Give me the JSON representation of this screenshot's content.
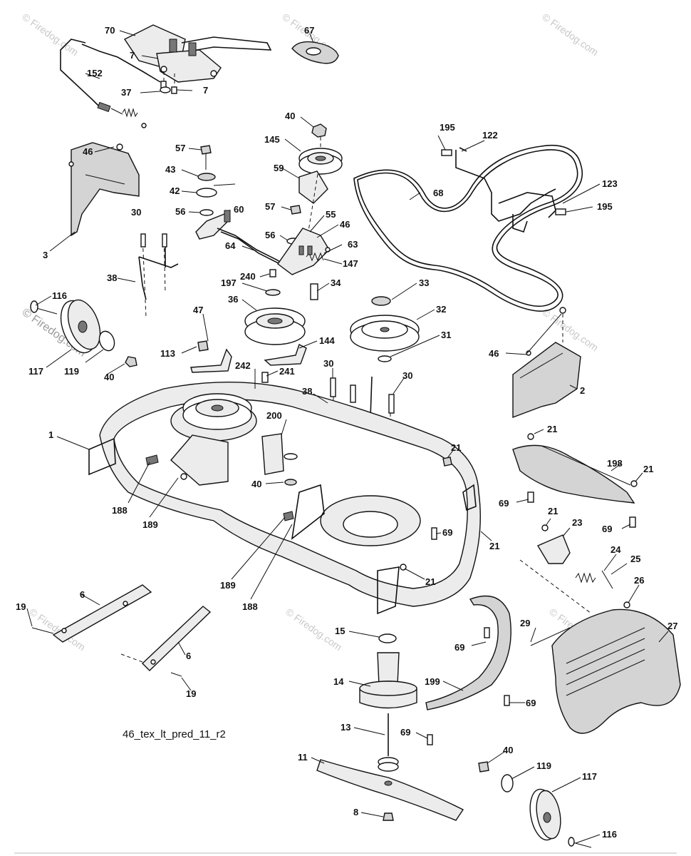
{
  "diagram": {
    "caption": "46_tex_lt_pred_11_r2",
    "watermark": "© Firedog.com",
    "labels": {
      "p70": "70",
      "p67": "67",
      "p7a": "7",
      "p7b": "7",
      "p152": "152",
      "p37": "37",
      "p40a": "40",
      "p145": "145",
      "p59": "59",
      "p195a": "195",
      "p122": "122",
      "p123": "123",
      "p195b": "195",
      "p68": "68",
      "p46a": "46",
      "p3": "3",
      "p57a": "57",
      "p43": "43",
      "p42": "42",
      "p56a": "56",
      "p60": "60",
      "p57b": "57",
      "p55": "55",
      "p46b": "46",
      "p56b": "56",
      "p63": "63",
      "p64": "64",
      "p147": "147",
      "p30a": "30",
      "p38a": "38",
      "p240": "240",
      "p34": "34",
      "p197": "197",
      "p36": "36",
      "p33": "33",
      "p32": "32",
      "p31": "31",
      "p116a": "116",
      "p117a": "117",
      "p119a": "119",
      "p40b": "40",
      "p113": "113",
      "p47": "47",
      "p144": "144",
      "p242": "242",
      "p241": "241",
      "p30b": "30",
      "p30c": "30",
      "p38b": "38",
      "p46c": "46",
      "p2": "2",
      "p200": "200",
      "p1": "1",
      "p21a": "21",
      "p21b": "21",
      "p198": "198",
      "p21c": "21",
      "p40c": "40",
      "p69a": "69",
      "p69b": "69",
      "p188a": "188",
      "p189a": "189",
      "p69c": "69",
      "p21d": "21",
      "p23": "23",
      "p24": "24",
      "p25": "25",
      "p21e": "21",
      "p189b": "189",
      "p188b": "188",
      "p21f": "21",
      "p26": "26",
      "p6a": "6",
      "p19a": "19",
      "p6b": "6",
      "p19b": "19",
      "p15": "15",
      "p29": "29",
      "p27": "27",
      "p69d": "69",
      "p14": "14",
      "p199": "199",
      "p69e": "69",
      "p13": "13",
      "p69f": "69",
      "p11": "11",
      "p40d": "40",
      "p119b": "119",
      "p117b": "117",
      "p8": "8",
      "p116b": "116"
    }
  }
}
